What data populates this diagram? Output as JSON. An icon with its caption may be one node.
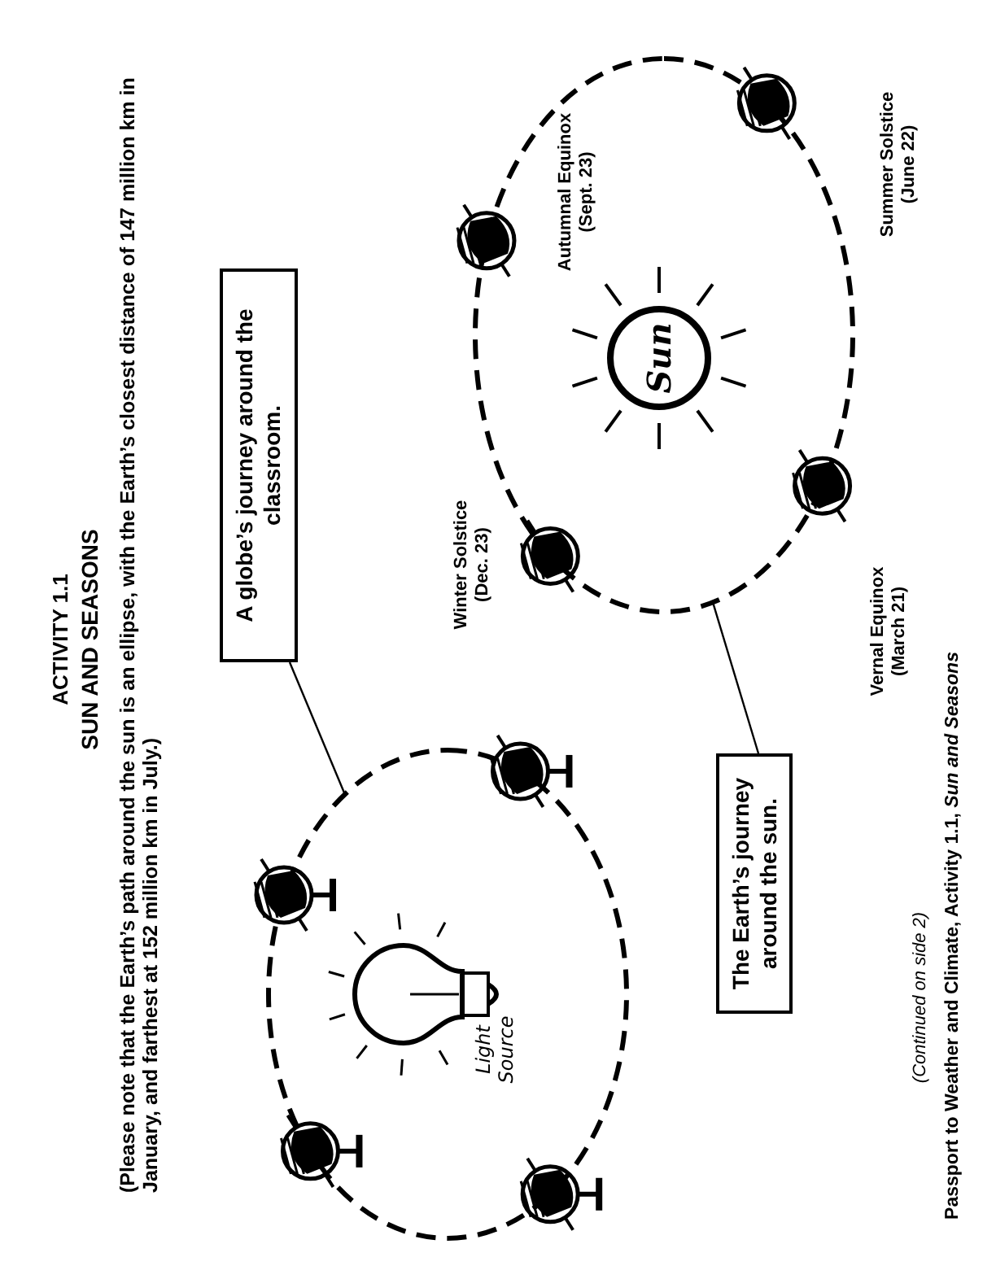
{
  "diagram": {
    "title": "SUN AND SEASONS",
    "caption": "Passport to Weather and Climate, Activity 1.1, *Sun and Seasons*",
    "nodes": [
      {
        "text": [
          "A globe’s journey around the classroom."
        ]
      },
      {
        "text": [],
        "shape": "ellipse"
      },
      {
        "text": [
          "The Earth’s journey around the sun."
        ]
      },
      {
        "text": [],
        "shape": "ellipse"
      },
      {
        "text": [
          "Sun"
        ],
        "in": 3
      }
    ],
    "edges": [
      {
        "from": 0,
        "to": 1,
        "arrow": "none"
      },
      {
        "from": 2,
        "to": 3,
        "arrow": "none"
      }
    ],
    "labels": [
      "ACTIVITY 1.1",
      "(Please note that the Earth’s path around the sun is an ellipse, with the Earth’s closest distance of 147 million km in January, and farthest at 152 million km in July.)",
      "Autumnal Equinox (Sept. 23)",
      "Summer Solstice (June 22)",
      "Winter Solstice (Dec. 23)",
      "Vernal Equinox (March 21)",
      "Light Source",
      "(Continued on side 2)"
    ]
  }
}
